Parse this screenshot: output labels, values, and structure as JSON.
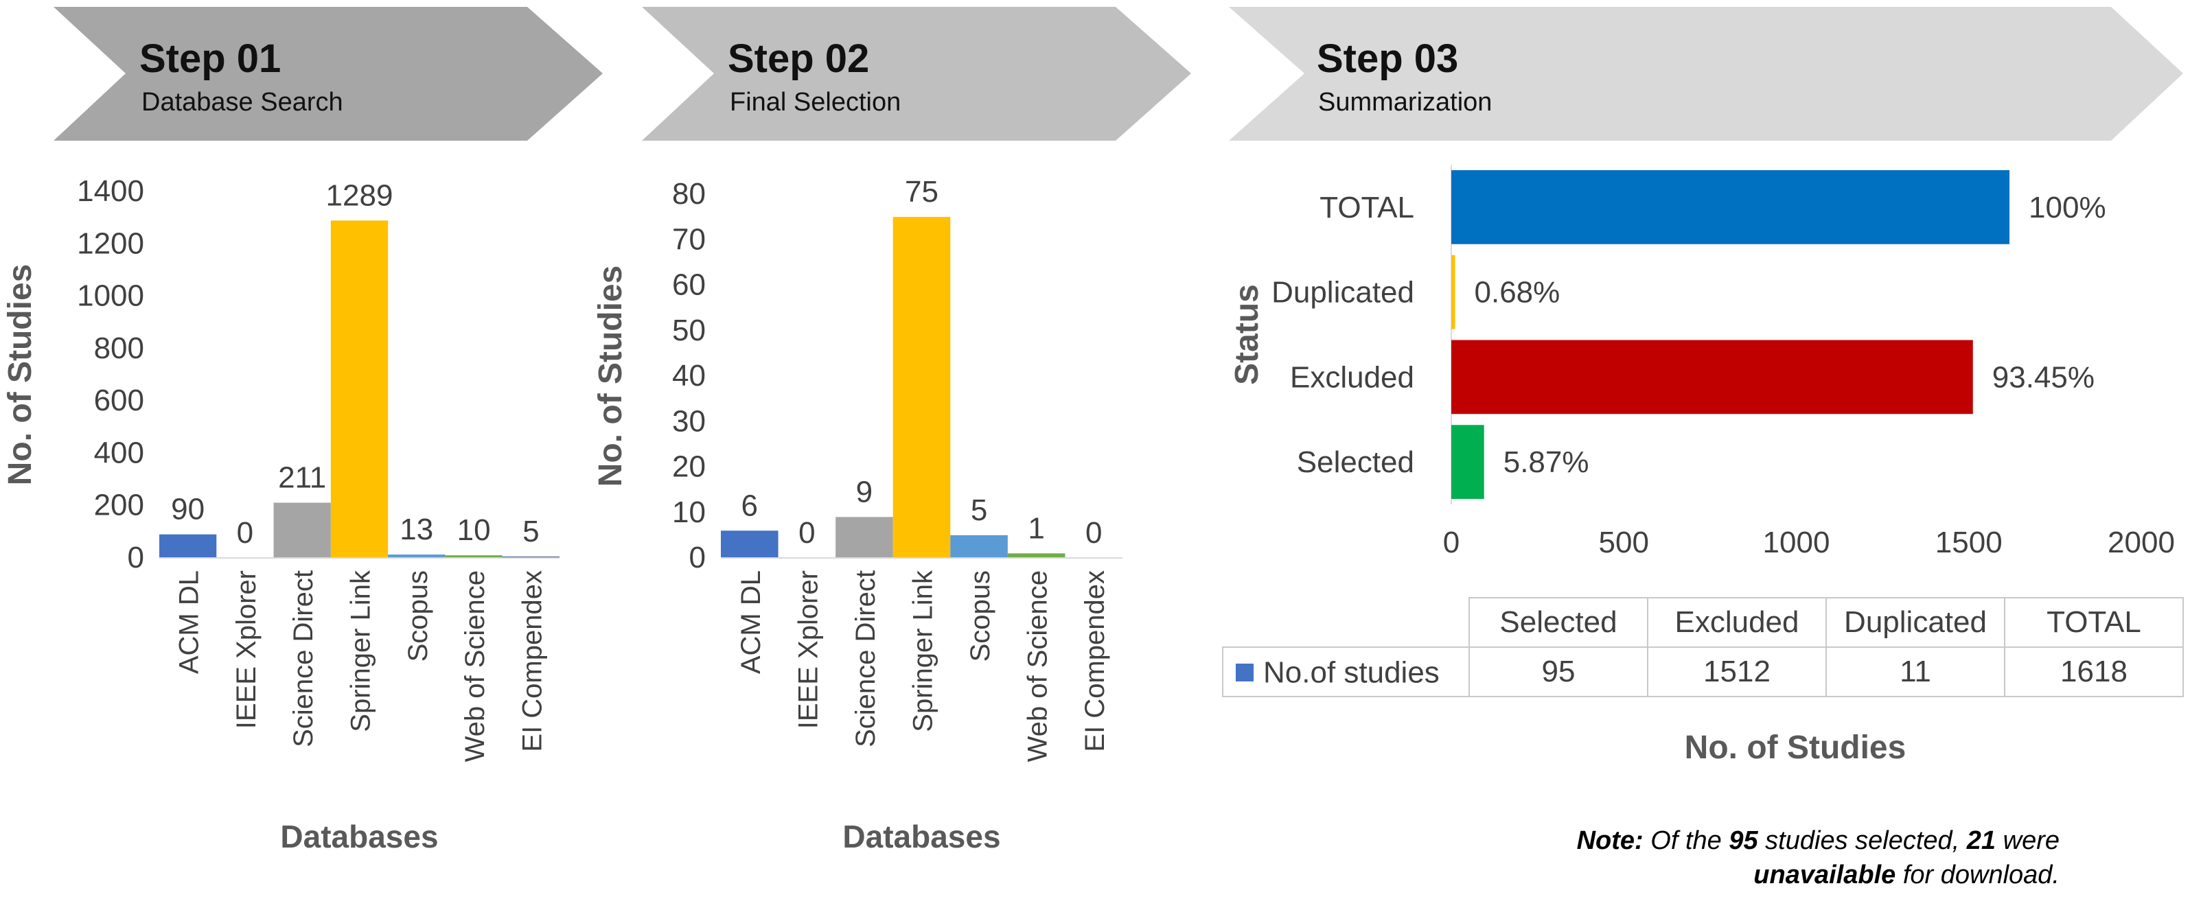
{
  "steps": [
    {
      "title": "Step 01",
      "subtitle": "Database Search"
    },
    {
      "title": "Step 02",
      "subtitle": "Final  Selection"
    },
    {
      "title": "Step 03",
      "subtitle": "Summarization"
    }
  ],
  "colors": {
    "banner1": "#a6a6a6",
    "banner2": "#bfbfbf",
    "banner3": "#d9d9d9",
    "acm": "#4472c4",
    "ieee": "#ed7d31",
    "science": "#a5a5a5",
    "springer": "#ffc000",
    "scopus": "#5b9bd5",
    "wos": "#70ad47",
    "ei": "#264478",
    "total": "#0070c0",
    "duplicated": "#ffc000",
    "excluded": "#c00000",
    "selected": "#00b050"
  },
  "chart_data": [
    {
      "type": "bar",
      "categories": [
        "ACM DL",
        "IEEE Xplorer",
        "Science Direct",
        "Springer Link",
        "Scopus",
        "Web of Science",
        "EI Compendex"
      ],
      "values": [
        90,
        0,
        211,
        1289,
        13,
        10,
        5
      ],
      "xlabel": "Databases",
      "ylabel": "No. of Studies",
      "ylim": [
        0,
        1400
      ],
      "yticks": [
        "0",
        "200",
        "400",
        "600",
        "800",
        "1000",
        "1200",
        "1400"
      ],
      "grid": false
    },
    {
      "type": "bar",
      "categories": [
        "ACM DL",
        "IEEE Xplorer",
        "Science Direct",
        "Springer Link",
        "Scopus",
        "Web of Science",
        "EI Compendex"
      ],
      "values": [
        6,
        0,
        9,
        75,
        5,
        1,
        0
      ],
      "xlabel": "Databases",
      "ylabel": "No. of Studies",
      "ylim": [
        0,
        80
      ],
      "yticks": [
        "0",
        "10",
        "20",
        "30",
        "40",
        "50",
        "60",
        "70",
        "80"
      ],
      "grid": false
    },
    {
      "type": "bar",
      "orientation": "horizontal",
      "categories": [
        "TOTAL",
        "Duplicated",
        "Excluded",
        "Selected"
      ],
      "values": [
        1618,
        11,
        1512,
        95
      ],
      "data_labels": [
        "100%",
        "0.68%",
        "93.45%",
        "5.87%"
      ],
      "xlabel": "No. of Studies",
      "ylabel": "Status",
      "xlim": [
        0,
        2000
      ],
      "xticks": [
        "0",
        "500",
        "1000",
        "1500",
        "2000"
      ],
      "grid": false
    }
  ],
  "table": {
    "headers": [
      "Selected",
      "Excluded",
      "Duplicated",
      "TOTAL"
    ],
    "series": "No.of studies",
    "values": [
      "95",
      "1512",
      "11",
      "1618"
    ]
  },
  "note": {
    "label": "Note:",
    "t1": " Of the ",
    "n1": "95",
    "t2": " studies selected, ",
    "n2": "21",
    "t3": " were ",
    "w1": "unavailable",
    "t4": " for download."
  }
}
